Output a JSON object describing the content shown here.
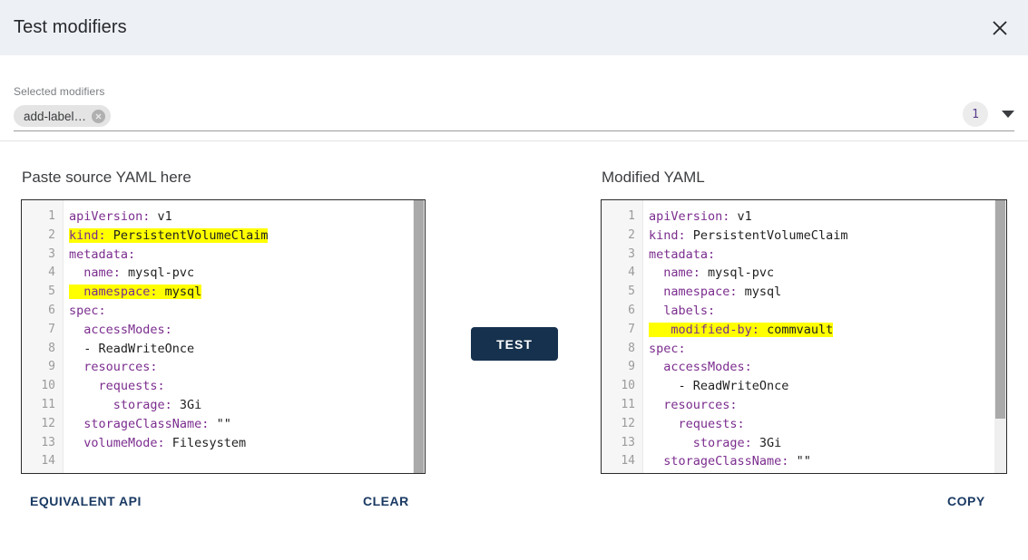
{
  "dialog": {
    "title": "Test modifiers",
    "close_icon": "close-icon"
  },
  "selected_modifiers": {
    "label": "Selected modifiers",
    "chips": [
      {
        "label": "add-label…",
        "remove_icon": "remove-chip-icon"
      }
    ],
    "count": "1",
    "dropdown_icon": "chevron-down-icon"
  },
  "panels": {
    "left": {
      "title": "Paste source YAML here",
      "scroll_thumb_pct": 100,
      "lines": [
        {
          "n": "1",
          "highlight": false,
          "segments": [
            {
              "t": "apiVersion:",
              "c": "k"
            },
            {
              "t": " v1",
              "c": "v"
            }
          ]
        },
        {
          "n": "2",
          "highlight": true,
          "segments": [
            {
              "t": "kind:",
              "c": "k"
            },
            {
              "t": " PersistentVolumeClaim",
              "c": "v"
            }
          ]
        },
        {
          "n": "3",
          "highlight": false,
          "segments": [
            {
              "t": "metadata:",
              "c": "k"
            }
          ]
        },
        {
          "n": "4",
          "highlight": false,
          "segments": [
            {
              "t": "  name:",
              "c": "k"
            },
            {
              "t": " mysql-pvc",
              "c": "v"
            }
          ]
        },
        {
          "n": "5",
          "highlight": true,
          "segments": [
            {
              "t": "  ",
              "c": "v"
            },
            {
              "t": "namespace:",
              "c": "k"
            },
            {
              "t": " mysql",
              "c": "v"
            }
          ]
        },
        {
          "n": "6",
          "highlight": false,
          "segments": [
            {
              "t": "spec:",
              "c": "k"
            }
          ]
        },
        {
          "n": "7",
          "highlight": false,
          "segments": [
            {
              "t": "  accessModes:",
              "c": "k"
            }
          ]
        },
        {
          "n": "8",
          "highlight": false,
          "segments": [
            {
              "t": "  - ReadWriteOnce",
              "c": "v"
            }
          ]
        },
        {
          "n": "9",
          "highlight": false,
          "segments": [
            {
              "t": "  resources:",
              "c": "k"
            }
          ]
        },
        {
          "n": "10",
          "highlight": false,
          "segments": [
            {
              "t": "    requests:",
              "c": "k"
            }
          ]
        },
        {
          "n": "11",
          "highlight": false,
          "segments": [
            {
              "t": "      storage:",
              "c": "k"
            },
            {
              "t": " 3Gi",
              "c": "v"
            }
          ]
        },
        {
          "n": "12",
          "highlight": false,
          "segments": [
            {
              "t": "  storageClassName:",
              "c": "k"
            },
            {
              "t": " \"\"",
              "c": "v"
            }
          ]
        },
        {
          "n": "13",
          "highlight": false,
          "segments": [
            {
              "t": "  volumeMode:",
              "c": "k"
            },
            {
              "t": " Filesystem",
              "c": "v"
            }
          ]
        },
        {
          "n": "14",
          "highlight": false,
          "segments": [
            {
              "t": "",
              "c": "v"
            }
          ]
        }
      ]
    },
    "right": {
      "title": "Modified YAML",
      "scroll_thumb_pct": 80,
      "lines": [
        {
          "n": "1",
          "highlight": false,
          "segments": [
            {
              "t": "apiVersion:",
              "c": "k"
            },
            {
              "t": " v1",
              "c": "v"
            }
          ]
        },
        {
          "n": "2",
          "highlight": false,
          "segments": [
            {
              "t": "kind:",
              "c": "k"
            },
            {
              "t": " PersistentVolumeClaim",
              "c": "v"
            }
          ]
        },
        {
          "n": "3",
          "highlight": false,
          "segments": [
            {
              "t": "metadata:",
              "c": "k"
            }
          ]
        },
        {
          "n": "4",
          "highlight": false,
          "segments": [
            {
              "t": "  name:",
              "c": "k"
            },
            {
              "t": " mysql-pvc",
              "c": "v"
            }
          ]
        },
        {
          "n": "5",
          "highlight": false,
          "segments": [
            {
              "t": "  namespace:",
              "c": "k"
            },
            {
              "t": " mysql",
              "c": "v"
            }
          ]
        },
        {
          "n": "6",
          "highlight": false,
          "segments": [
            {
              "t": "  labels:",
              "c": "k"
            }
          ]
        },
        {
          "n": "7",
          "highlight": true,
          "segments": [
            {
              "t": "   ",
              "c": "v"
            },
            {
              "t": "modified-by:",
              "c": "k"
            },
            {
              "t": " commvault",
              "c": "v"
            }
          ]
        },
        {
          "n": "8",
          "highlight": false,
          "segments": [
            {
              "t": "spec:",
              "c": "k"
            }
          ]
        },
        {
          "n": "9",
          "highlight": false,
          "segments": [
            {
              "t": "  accessModes:",
              "c": "k"
            }
          ]
        },
        {
          "n": "10",
          "highlight": false,
          "segments": [
            {
              "t": "    - ReadWriteOnce",
              "c": "v"
            }
          ]
        },
        {
          "n": "11",
          "highlight": false,
          "segments": [
            {
              "t": "  resources:",
              "c": "k"
            }
          ]
        },
        {
          "n": "12",
          "highlight": false,
          "segments": [
            {
              "t": "    requests:",
              "c": "k"
            }
          ]
        },
        {
          "n": "13",
          "highlight": false,
          "segments": [
            {
              "t": "      storage:",
              "c": "k"
            },
            {
              "t": " 3Gi",
              "c": "v"
            }
          ]
        },
        {
          "n": "14",
          "highlight": false,
          "segments": [
            {
              "t": "  storageClassName:",
              "c": "k"
            },
            {
              "t": " \"\"",
              "c": "v"
            }
          ]
        }
      ]
    }
  },
  "actions": {
    "test_label": "TEST",
    "equivalent_api_label": "EQUIVALENT API",
    "clear_label": "CLEAR",
    "copy_label": "COPY"
  },
  "colors": {
    "header_bg": "#edf0f5",
    "test_button_bg": "#16314d",
    "link": "#1a3a63",
    "highlight": "#ffff00",
    "yaml_key": "#7b2d8e",
    "chip_bg": "#e4e4e4"
  }
}
